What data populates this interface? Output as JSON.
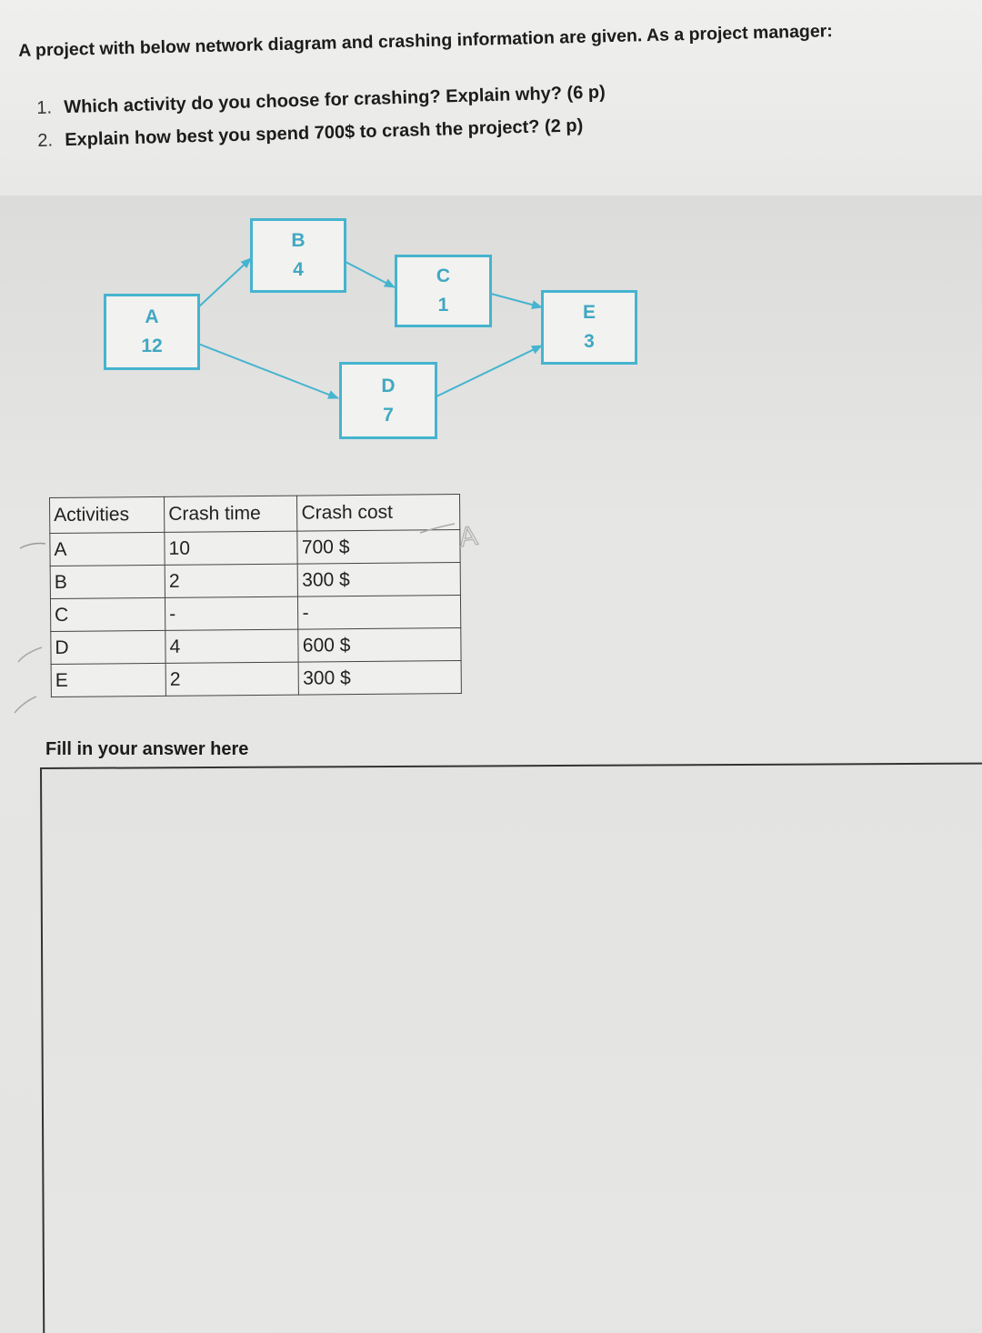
{
  "question": {
    "intro": "A project with below network diagram and crashing information are given. As a project manager:",
    "items": [
      {
        "num": "1.",
        "text": "Which activity do you choose for crashing? Explain why? (6 p)"
      },
      {
        "num": "2.",
        "text": "Explain how best you spend 700$ to crash the project? (2 p)"
      }
    ]
  },
  "diagram": {
    "nodes": [
      {
        "id": "A",
        "duration": "12"
      },
      {
        "id": "B",
        "duration": "4"
      },
      {
        "id": "C",
        "duration": "1"
      },
      {
        "id": "D",
        "duration": "7"
      },
      {
        "id": "E",
        "duration": "3"
      }
    ],
    "edges": [
      [
        "A",
        "B"
      ],
      [
        "A",
        "D"
      ],
      [
        "B",
        "C"
      ],
      [
        "C",
        "E"
      ],
      [
        "D",
        "E"
      ]
    ],
    "box_color": "#45b4cf"
  },
  "table": {
    "headers": [
      "Activities",
      "Crash time",
      "Crash cost"
    ],
    "rows": [
      [
        "A",
        "10",
        "700 $"
      ],
      [
        "B",
        "2",
        "300 $"
      ],
      [
        "C",
        "-",
        "-"
      ],
      [
        "D",
        "4",
        "600 $"
      ],
      [
        "E",
        "2",
        "300 $"
      ]
    ]
  },
  "handwriting": {
    "annotation": "A"
  },
  "answer": {
    "label": "Fill in your answer here"
  }
}
